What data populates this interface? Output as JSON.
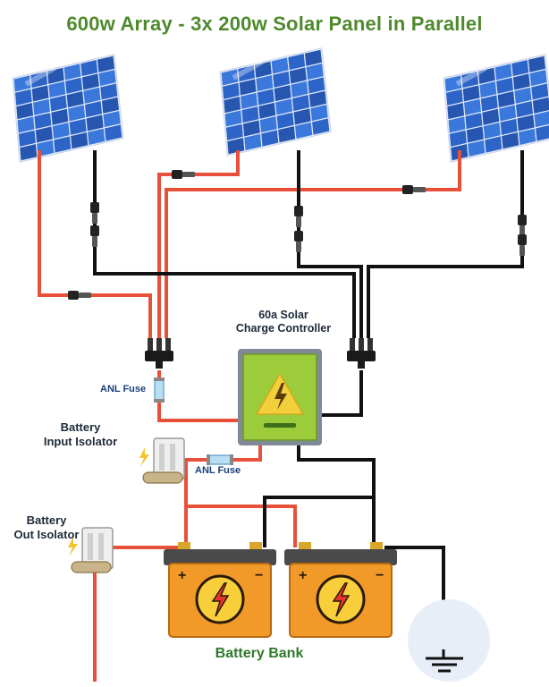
{
  "title": "600w Array - 3x 200w Solar Panel in Parallel",
  "labels": {
    "charge_controller": [
      "60a Solar",
      "Charge Controller"
    ],
    "anl_fuse_top": "ANL Fuse",
    "anl_fuse_bottom": "ANL Fuse",
    "battery_input_isolator": [
      "Battery",
      "Input Isolator"
    ],
    "battery_out_isolator": [
      "Battery",
      "Out Isolator"
    ],
    "battery_bank": "Battery Bank"
  },
  "colors": {
    "title": "#4e8a2c",
    "positive_wire": "#e8503a",
    "negative_wire": "#111111",
    "panel_cell": "#2d64c8",
    "controller": "#9ccc3c",
    "battery": "#f19a2a",
    "battery_lid": "#4a4a4a",
    "ground_circle": "#e8eef8"
  },
  "battery_terminals": [
    "+",
    "−"
  ],
  "icons": [
    "solar-panel-icon",
    "lightning-bolt-icon",
    "warning-triangle-icon",
    "ground-symbol-icon",
    "fuse-icon",
    "mc4-connector-icon",
    "branch-connector-icon",
    "isolator-switch-icon"
  ]
}
